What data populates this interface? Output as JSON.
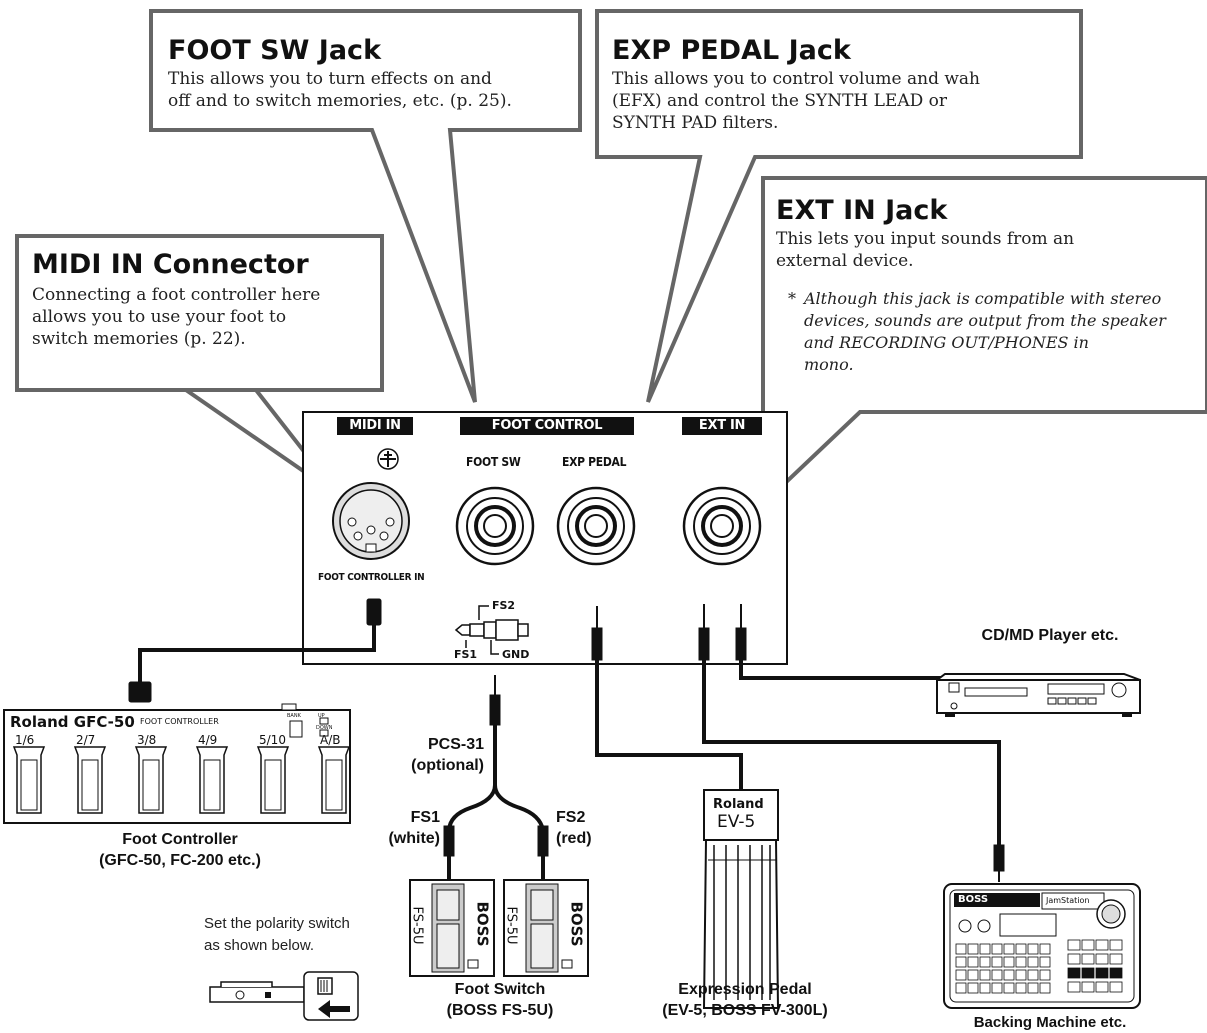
{
  "callouts": {
    "foot_sw": {
      "title": "FOOT SW Jack",
      "body_line1": "This allows you to turn effects on and",
      "body_line2": "off and to switch memories, etc. (p. 25)."
    },
    "exp_pedal": {
      "title": "EXP PEDAL Jack",
      "body_line1": "This allows you to control volume and wah",
      "body_line2": "(EFX) and control the SYNTH LEAD or",
      "body_line3": "SYNTH PAD filters."
    },
    "ext_in": {
      "title": "EXT IN Jack",
      "body_line1": "This lets you input sounds from an",
      "body_line2": "external device.",
      "note_mark": "*",
      "note_line1": "Although this jack is compatible with stereo",
      "note_line2": "devices, sounds are output from the speaker",
      "note_line3": "and RECORDING OUT/PHONES in",
      "note_line4": "mono."
    },
    "midi_in": {
      "title": "MIDI IN Connector",
      "body_line1": "Connecting a foot controller here",
      "body_line2": "allows you to use your foot to",
      "body_line3": "switch memories (p. 22)."
    }
  },
  "panel": {
    "midi_in_tab": "MIDI IN",
    "foot_control_tab": "FOOT CONTROL",
    "ext_in_tab": "EXT IN",
    "foot_sw_label": "FOOT SW",
    "exp_pedal_label": "EXP PEDAL",
    "foot_controller_in_label": "FOOT CONTROLLER IN",
    "fs2": "FS2",
    "fs1": "FS1",
    "gnd": "GND"
  },
  "devices": {
    "gfc50": {
      "brand_line": "Roland GFC-50",
      "subtitle": "FOOT CONTROLLER",
      "switch_labels": [
        "1/6",
        "2/7",
        "3/8",
        "4/9",
        "5/10",
        "A/B"
      ],
      "bank_label": "BANK",
      "up_label": "UP",
      "down_label": "DOWN",
      "caption_line1": "Foot Controller",
      "caption_line2": "(GFC-50, FC-200 etc.)"
    },
    "pcs31": {
      "line1": "PCS-31",
      "line2": "(optional)"
    },
    "fs1_plug": {
      "line1": "FS1",
      "line2": "(white)"
    },
    "fs2_plug": {
      "line1": "FS2",
      "line2": "(red)"
    },
    "fs5u": {
      "model": "FS-5U",
      "brand": "BOSS",
      "caption_line1": "Foot Switch",
      "caption_line2": "(BOSS FS-5U)"
    },
    "ev5": {
      "brand": "Roland",
      "model": "EV-5",
      "caption_line1": "Expression Pedal",
      "caption_line2": "(EV-5, BOSS FV-300L)"
    },
    "cd_player": {
      "caption": "CD/MD Player etc."
    },
    "backing": {
      "brand": "BOSS",
      "screen_text": "JamStation",
      "caption": "Backing Machine etc."
    },
    "polarity": {
      "line1": "Set the polarity switch",
      "line2": "as shown below."
    }
  }
}
